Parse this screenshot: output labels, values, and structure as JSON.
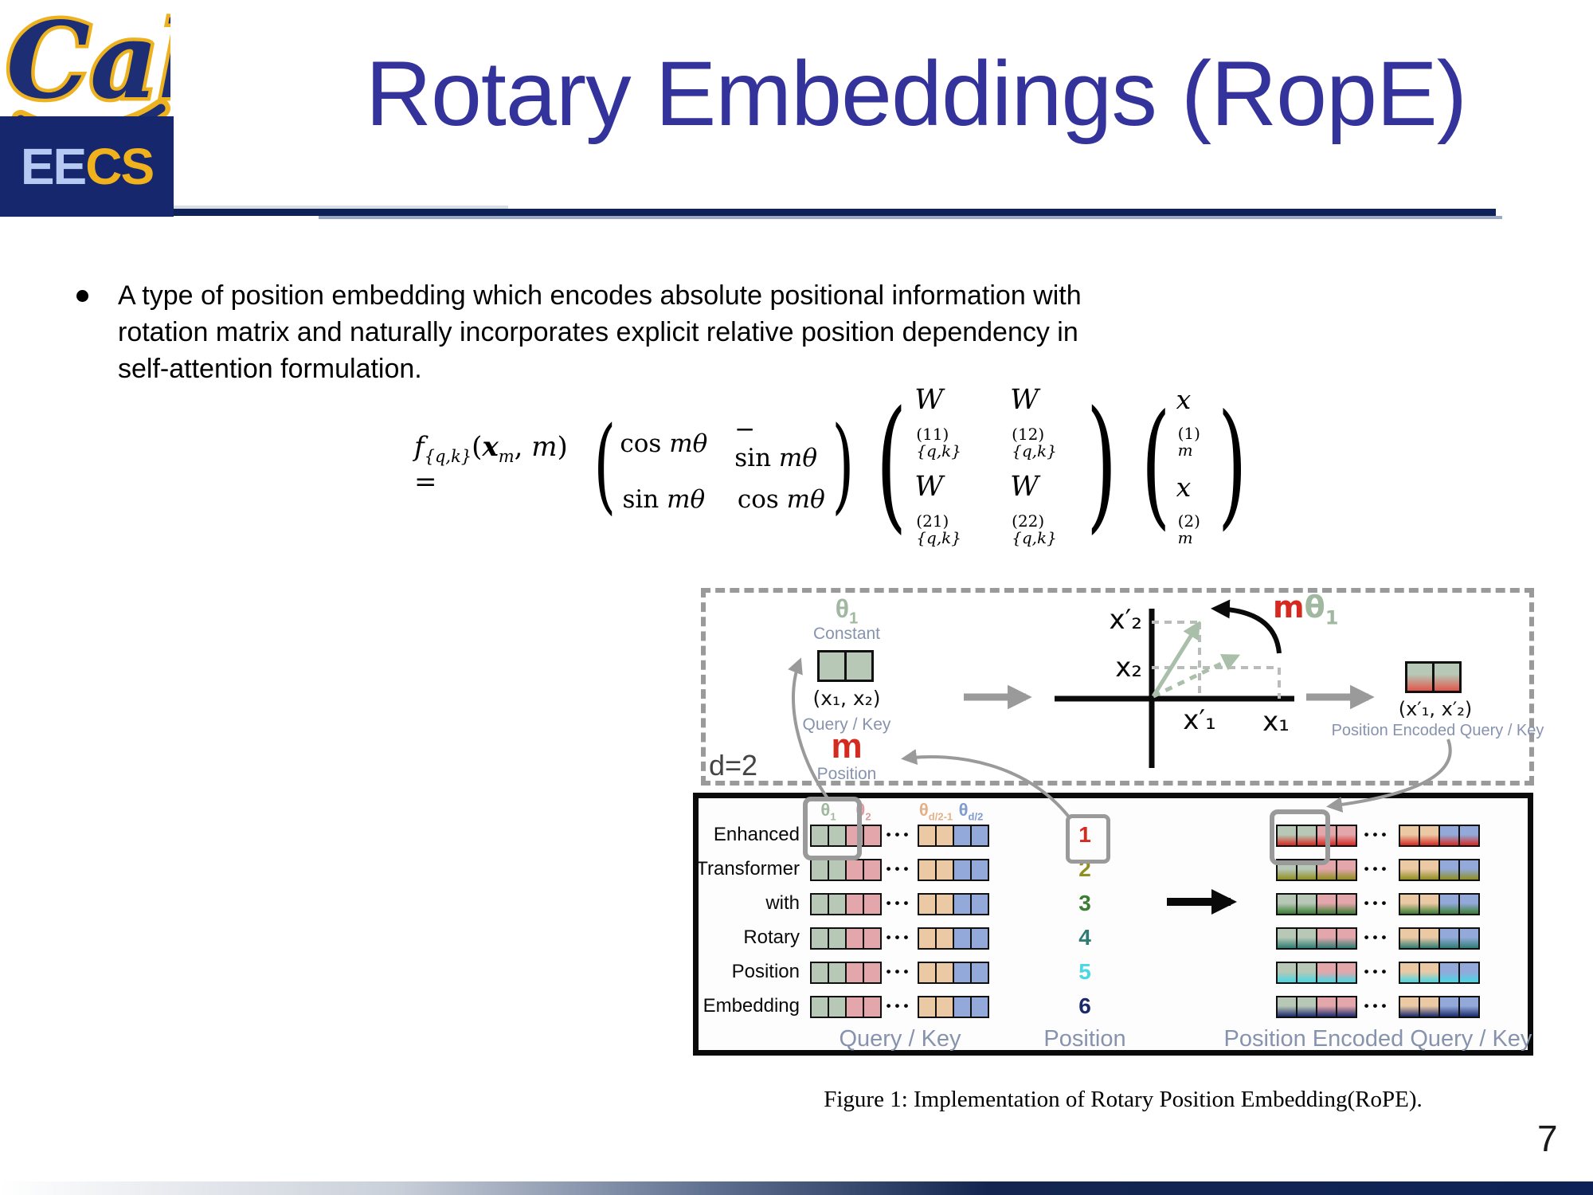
{
  "logo": {
    "cal": "Cal",
    "ee": "EE",
    "cs": "CS"
  },
  "header": {
    "title": "Rotary Embeddings (RopE)"
  },
  "bullet": {
    "lines": [
      "A type of position embedding which encodes absolute positional information with",
      "rotation matrix and naturally incorporates explicit relative position dependency in",
      "self-attention formulation."
    ]
  },
  "formula": {
    "f": "f",
    "f_sub": "{q,k}",
    "open": "(",
    "x_bold": "x",
    "x_sub": "m",
    "comma": ", ",
    "m_var": "m",
    "close": ") =",
    "lparen": "(",
    "rparen": ")",
    "rot": {
      "r1c1_fn": "cos",
      "r1c1_arg": "mθ",
      "r1c2_fn": "− sin",
      "r1c2_arg": "mθ",
      "r2c1_fn": "sin",
      "r2c1_arg": "mθ",
      "r2c2_fn": "cos",
      "r2c2_arg": "mθ"
    },
    "W": [
      {
        "base": "W",
        "sup": "(11)",
        "sub": "{q,k}"
      },
      {
        "base": "W",
        "sup": "(12)",
        "sub": "{q,k}"
      },
      {
        "base": "W",
        "sup": "(21)",
        "sub": "{q,k}"
      },
      {
        "base": "W",
        "sup": "(22)",
        "sub": "{q,k}"
      }
    ],
    "x": [
      {
        "base": "x",
        "sup": "(1)",
        "sub": "m"
      },
      {
        "base": "x",
        "sup": "(2)",
        "sub": "m"
      }
    ]
  },
  "figure": {
    "caption": "Figure 1: Implementation of Rotary Position Embedding(RoPE).",
    "top_panel": {
      "d_label": "d=2",
      "theta_base": "θ",
      "theta_sub": "1",
      "constant": "Constant",
      "pair": "(x₁, x₂)",
      "query_key": "Query / Key",
      "m": "m",
      "position": "Position",
      "axis": {
        "x2p": "x′₂",
        "x2": "x₂",
        "x1p": "x′₁",
        "x1": "x₁"
      },
      "m_theta": {
        "m": "m",
        "theta": "θ",
        "sub": "1"
      },
      "encoded_pair": "(x′₁, x′₂)",
      "encoded": "Position Encoded Query / Key"
    },
    "bottom_panel": {
      "tokens": [
        "Enhanced",
        "Transformer",
        "with",
        "Rotary",
        "Position",
        "Embedding"
      ],
      "positions": [
        "1",
        "2",
        "3",
        "4",
        "5",
        "6"
      ],
      "position_colors": [
        "#d42a20",
        "#8f8f22",
        "#3a7d33",
        "#2e7d74",
        "#49d7e3",
        "#1b2a6b"
      ],
      "theta_headers": [
        {
          "base": "θ",
          "sub": "1",
          "color": "#9fb89f"
        },
        {
          "base": "θ",
          "sub": "2",
          "color": "#dc9ba1"
        },
        {
          "base": "θ",
          "sub": "d/2-1",
          "color": "#e2b188"
        },
        {
          "base": "θ",
          "sub": "d/2",
          "color": "#7f9bd0"
        }
      ],
      "cell_colors": {
        "green": "#b7c8b6",
        "pink": "#e3a6ab",
        "tan": "#ebc9a4",
        "blue": "#92a9da"
      },
      "dots": "•••",
      "query_key": "Query / Key",
      "position": "Position",
      "encoded": "Position Encoded Query / Key"
    }
  },
  "footer": {
    "page": "7"
  }
}
